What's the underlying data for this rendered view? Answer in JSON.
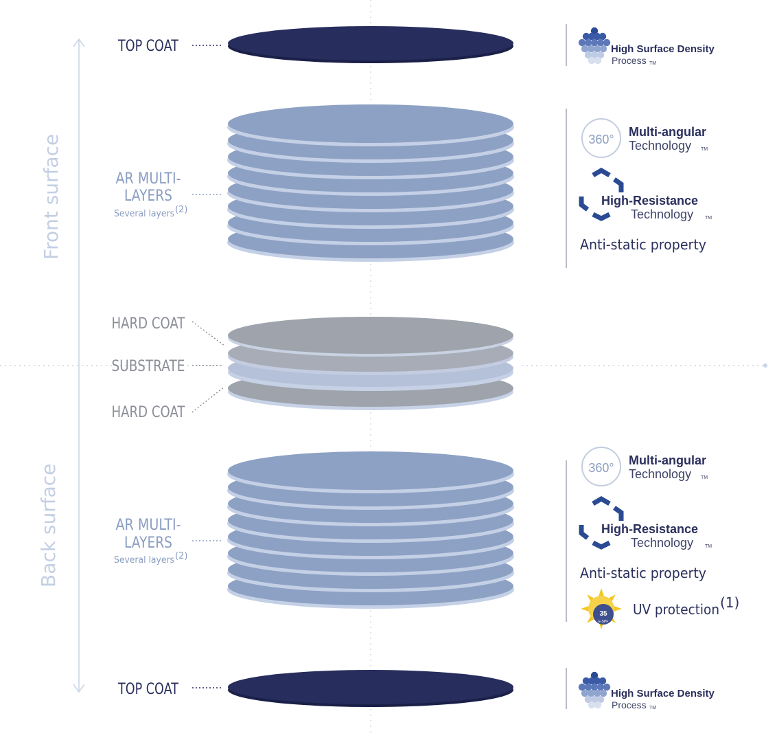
{
  "side_labels": {
    "front": "Front surface",
    "back": "Back surface"
  },
  "layer_labels": {
    "top_coat_front": "TOP COAT",
    "ar_front_line1": "AR MULTI-",
    "ar_front_line2": "LAYERS",
    "ar_front_sub": "Several layers",
    "ar_front_sup": "(2)",
    "hard_coat_top": "HARD COAT",
    "substrate": "SUBSTRATE",
    "hard_coat_bottom": "HARD COAT",
    "ar_back_line1": "AR MULTI-",
    "ar_back_line2": "LAYERS",
    "ar_back_sub": "Several layers",
    "ar_back_sup": "(2)",
    "top_coat_back": "TOP COAT"
  },
  "features": {
    "hsd_line1": "High Surface Density",
    "hsd_line2": "Process",
    "tm": "TM",
    "multi_line1": "Multi-angular",
    "multi_line2": "Technology",
    "icon_360": "360°",
    "hr_line1": "High-Resistance",
    "hr_line2": "Technology",
    "antistatic": "Anti-static property",
    "uv_text": "UV protection",
    "uv_sup": "(1)",
    "uv_badge_number": "35",
    "uv_badge_text": "E-SPF"
  },
  "colors": {
    "top_coat": "#272d5c",
    "ar_layer": "#8da1c4",
    "ar_layer_edge": "#c4d0e6",
    "hard_coat": "#9ea3ac",
    "substrate": "#bac6dc",
    "guide": "#c9d4e6",
    "text_dark": "#2a2f5c",
    "text_gray": "#8c8f99",
    "text_blue": "#8a9dc2"
  },
  "icons": [
    "dot-cluster-icon",
    "360-circle-icon",
    "hexagon-segments-icon",
    "sun-badge-icon",
    "arrow-up-icon",
    "arrow-down-icon"
  ]
}
